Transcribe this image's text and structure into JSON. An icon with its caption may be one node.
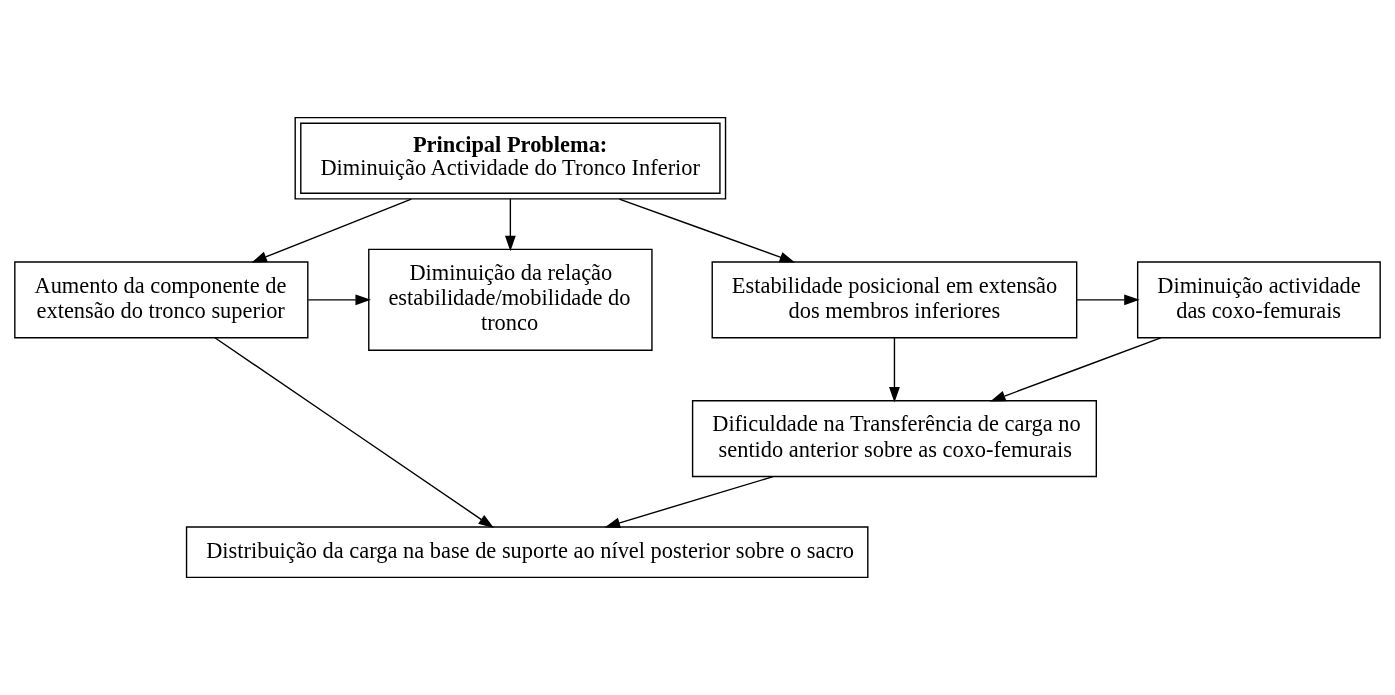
{
  "diagram": {
    "nodes": [
      {
        "text": [
          "Principal Problema:",
          "Diminuição Actividade do Tronco Inferior"
        ]
      },
      {
        "text": [
          "Aumento da componente de extensão do tronco superior"
        ]
      },
      {
        "text": [
          "Diminuição da relação estabilidade/mobilidade do tronco"
        ]
      },
      {
        "text": [
          "Estabilidade posicional em extensão dos membros inferiores"
        ]
      },
      {
        "text": [
          "Diminuição actividade das coxo-femurais"
        ]
      },
      {
        "text": [
          "Dificuldade na Transferência de carga no sentido anterior sobre as coxo-femurais"
        ]
      },
      {
        "text": [
          "Distribuição da carga na base de suporte ao nível posterior sobre o sacro"
        ]
      }
    ],
    "edges": [
      {
        "from": 0,
        "to": 1,
        "arrow": "to"
      },
      {
        "from": 0,
        "to": 3,
        "arrow": "to"
      },
      {
        "from": 0,
        "to": 2,
        "arrow": "to"
      },
      {
        "from": 1,
        "to": 2,
        "arrow": "to"
      },
      {
        "from": 3,
        "to": 4,
        "arrow": "to"
      },
      {
        "from": 3,
        "to": 5,
        "arrow": "to"
      },
      {
        "from": 4,
        "to": 5,
        "arrow": "to"
      },
      {
        "from": 5,
        "to": 6,
        "arrow": "to"
      },
      {
        "from": 1,
        "to": 6,
        "arrow": "to"
      }
    ]
  }
}
